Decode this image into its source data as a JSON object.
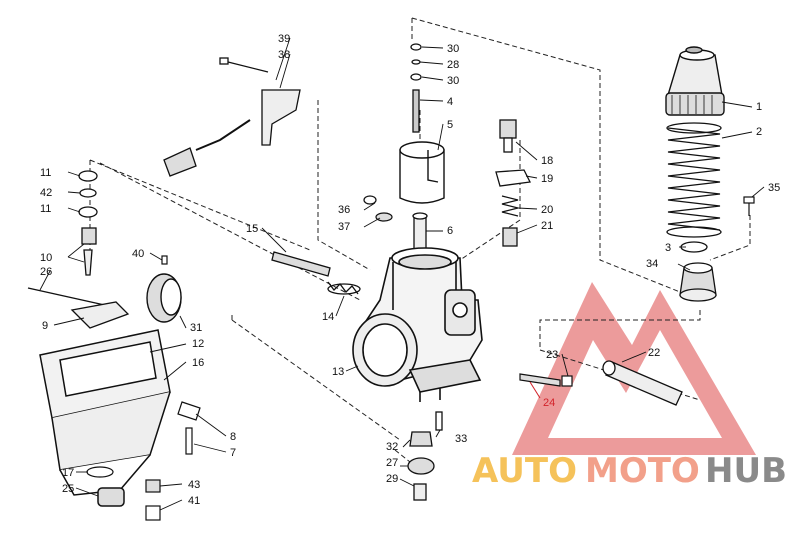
{
  "diagram": {
    "callouts": {
      "c1": "1",
      "c2": "2",
      "c3": "3",
      "c4": "4",
      "c5": "5",
      "c6": "6",
      "c7": "7",
      "c8": "8",
      "c9": "9",
      "c10": "10",
      "c11a": "11",
      "c11b": "11",
      "c12": "12",
      "c13": "13",
      "c14": "14",
      "c15": "15",
      "c16": "16",
      "c17": "17",
      "c18": "18",
      "c19": "19",
      "c20": "20",
      "c21": "21",
      "c22": "22",
      "c23": "23",
      "c24": "24",
      "c25": "25",
      "c26": "26",
      "c27": "27",
      "c28": "28",
      "c29": "29",
      "c30a": "30",
      "c30b": "30",
      "c31": "31",
      "c32": "32",
      "c33": "33",
      "c34": "34",
      "c35": "35",
      "c36": "36",
      "c37": "37",
      "c38": "38",
      "c39": "39",
      "c40": "40",
      "c41": "41",
      "c42": "42",
      "c43": "43"
    },
    "highlight_color": "#d2232a"
  },
  "watermark": {
    "logo_text_part1": "AUTO",
    "logo_text_part2": "MOTO",
    "logo_text_part3": "HUB",
    "colors": {
      "triangle": "#e98a8a",
      "auto": "#f5c25a",
      "moto": "#f2a08a",
      "hub": "#8a8a8a"
    }
  }
}
